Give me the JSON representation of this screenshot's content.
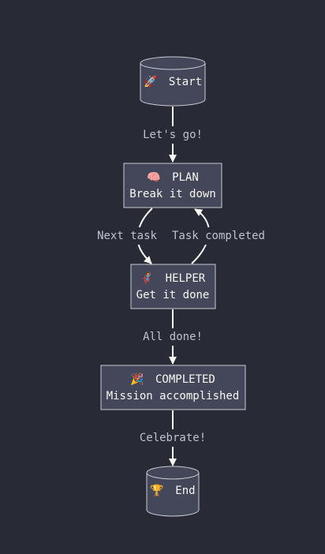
{
  "colors": {
    "background": "#282a36",
    "node_fill": "#44475a",
    "node_stroke": "#c9cbd3",
    "text": "#f8f8f2",
    "edge_label": "#c0c3cf"
  },
  "nodes": {
    "start": {
      "icon": "🚀",
      "label": "Start"
    },
    "plan": {
      "icon": "🧠",
      "title": "PLAN",
      "subtitle": "Break it down"
    },
    "helper": {
      "icon": "🦸",
      "title": "HELPER",
      "subtitle": "Get it done"
    },
    "completed": {
      "icon": "🎉",
      "title": "COMPLETED",
      "subtitle": "Mission accomplished"
    },
    "end": {
      "icon": "🏆",
      "label": "End"
    }
  },
  "edges": {
    "start_plan": "Let's go!",
    "plan_helper": "Next task",
    "helper_plan": "Task completed",
    "helper_completed": "All done!",
    "completed_end": "Celebrate!"
  }
}
